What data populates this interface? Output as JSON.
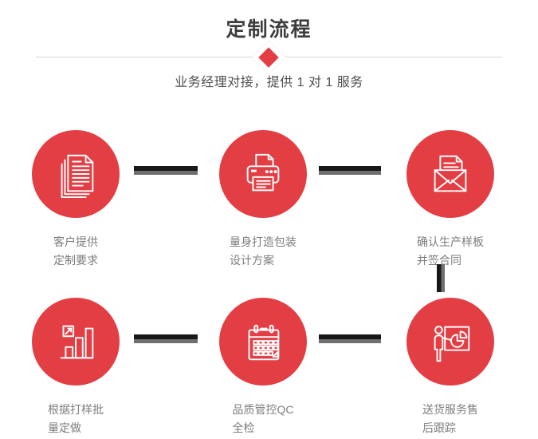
{
  "header": {
    "title": "定制流程",
    "subtitle": "业务经理对接，提供 1 对 1 服务"
  },
  "colors": {
    "accent": "#e33e44",
    "connector_dark": "#181818",
    "connector_gray": "#6f6f6f",
    "title_text": "#3d3d3d",
    "subtitle_text": "#4f4f4f",
    "label_text": "#7d7d7d",
    "divider": "#d9d9d9"
  },
  "steps": [
    {
      "icon": "documents-icon",
      "lines": [
        "客户提供",
        "定制要求"
      ]
    },
    {
      "icon": "printer-icon",
      "lines": [
        "量身打造包装",
        "设计方案"
      ]
    },
    {
      "icon": "envelope-icon",
      "lines": [
        "确认生产样板",
        "并签合同"
      ]
    },
    {
      "icon": "bar-chart-icon",
      "lines": [
        "根据打样批",
        "量定做"
      ]
    },
    {
      "icon": "calendar-icon",
      "lines": [
        "品质管控QC",
        "全检"
      ]
    },
    {
      "icon": "presentation-icon",
      "lines": [
        "送货服务售",
        "后跟踪"
      ]
    }
  ]
}
